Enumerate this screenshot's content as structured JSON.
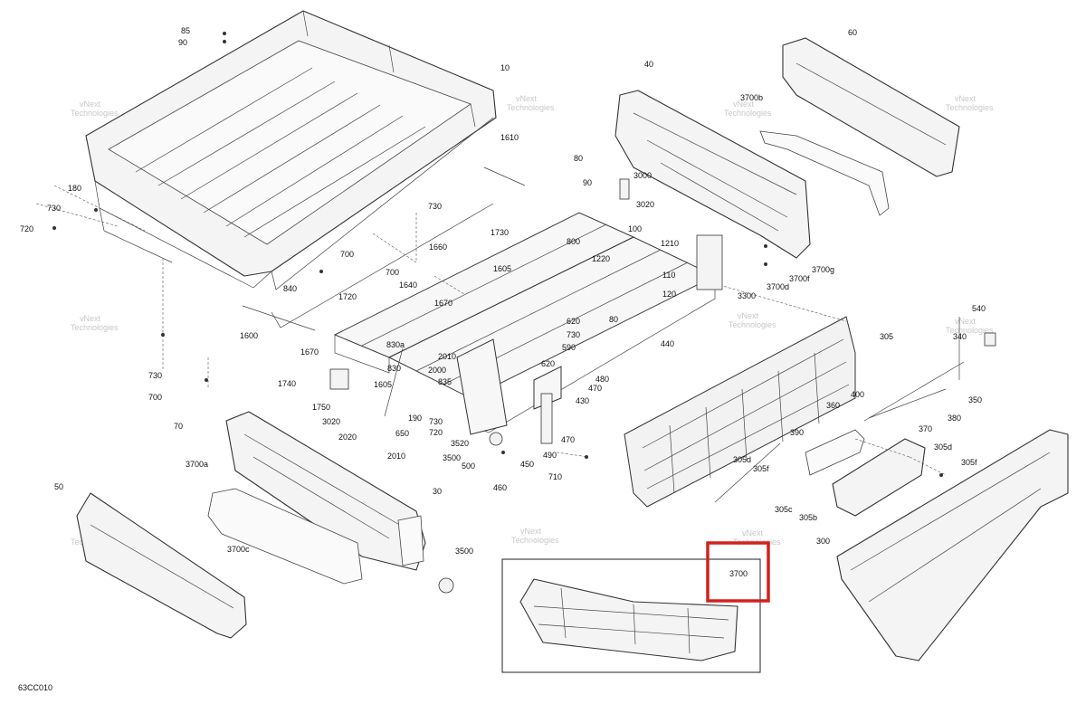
{
  "diagram": {
    "code": "63CC010",
    "highlight": {
      "label": "3700",
      "color": "#d42020"
    },
    "watermark": {
      "line1": "vNext",
      "line2": "Technologies"
    },
    "labels": [
      {
        "id": "85",
        "text": "85"
      },
      {
        "id": "90a",
        "text": "90"
      },
      {
        "id": "10",
        "text": "10"
      },
      {
        "id": "1610",
        "text": "1610"
      },
      {
        "id": "180",
        "text": "180"
      },
      {
        "id": "730a",
        "text": "730"
      },
      {
        "id": "720",
        "text": "720"
      },
      {
        "id": "730b",
        "text": "730"
      },
      {
        "id": "700a",
        "text": "700"
      },
      {
        "id": "840",
        "text": "840"
      },
      {
        "id": "700b",
        "text": "700"
      },
      {
        "id": "1640",
        "text": "1640"
      },
      {
        "id": "1660",
        "text": "1660"
      },
      {
        "id": "1730",
        "text": "1730"
      },
      {
        "id": "1720",
        "text": "1720"
      },
      {
        "id": "1600",
        "text": "1600"
      },
      {
        "id": "1670a",
        "text": "1670"
      },
      {
        "id": "1670b",
        "text": "1670"
      },
      {
        "id": "1605a",
        "text": "1605"
      },
      {
        "id": "1605b",
        "text": "1605"
      },
      {
        "id": "830a",
        "text": "830a"
      },
      {
        "id": "830",
        "text": "830"
      },
      {
        "id": "2010a",
        "text": "2010"
      },
      {
        "id": "2000",
        "text": "2000"
      },
      {
        "id": "835",
        "text": "835"
      },
      {
        "id": "1740",
        "text": "1740"
      },
      {
        "id": "1750",
        "text": "1750"
      },
      {
        "id": "3020a",
        "text": "3020"
      },
      {
        "id": "2020",
        "text": "2020"
      },
      {
        "id": "650",
        "text": "650"
      },
      {
        "id": "2010b",
        "text": "2010"
      },
      {
        "id": "190",
        "text": "190"
      },
      {
        "id": "730c",
        "text": "730"
      },
      {
        "id": "720b",
        "text": "720"
      },
      {
        "id": "730d",
        "text": "730"
      },
      {
        "id": "700c",
        "text": "700"
      },
      {
        "id": "70",
        "text": "70"
      },
      {
        "id": "3700a",
        "text": "3700a"
      },
      {
        "id": "50",
        "text": "50"
      },
      {
        "id": "3700c",
        "text": "3700c"
      },
      {
        "id": "30",
        "text": "30"
      },
      {
        "id": "3500a",
        "text": "3500"
      },
      {
        "id": "3520",
        "text": "3520"
      },
      {
        "id": "3500b",
        "text": "3500"
      },
      {
        "id": "500",
        "text": "500"
      },
      {
        "id": "460",
        "text": "460"
      },
      {
        "id": "450",
        "text": "450"
      },
      {
        "id": "490",
        "text": "490"
      },
      {
        "id": "470a",
        "text": "470"
      },
      {
        "id": "430",
        "text": "430"
      },
      {
        "id": "470b",
        "text": "470"
      },
      {
        "id": "480",
        "text": "480"
      },
      {
        "id": "710",
        "text": "710"
      },
      {
        "id": "80a",
        "text": "80"
      },
      {
        "id": "90b",
        "text": "90"
      },
      {
        "id": "3000",
        "text": "3000"
      },
      {
        "id": "3020b",
        "text": "3020"
      },
      {
        "id": "800",
        "text": "800"
      },
      {
        "id": "100",
        "text": "100"
      },
      {
        "id": "1210",
        "text": "1210"
      },
      {
        "id": "1220",
        "text": "1220"
      },
      {
        "id": "110",
        "text": "110"
      },
      {
        "id": "120",
        "text": "120"
      },
      {
        "id": "80b",
        "text": "80"
      },
      {
        "id": "620a",
        "text": "620"
      },
      {
        "id": "730e",
        "text": "730"
      },
      {
        "id": "590",
        "text": "590"
      },
      {
        "id": "620b",
        "text": "620"
      },
      {
        "id": "440",
        "text": "440"
      },
      {
        "id": "3300",
        "text": "3300"
      },
      {
        "id": "40",
        "text": "40"
      },
      {
        "id": "3700b",
        "text": "3700b"
      },
      {
        "id": "60",
        "text": "60"
      },
      {
        "id": "3700g",
        "text": "3700g"
      },
      {
        "id": "3700f",
        "text": "3700f"
      },
      {
        "id": "3700d",
        "text": "3700d"
      },
      {
        "id": "305",
        "text": "305"
      },
      {
        "id": "400",
        "text": "400"
      },
      {
        "id": "360",
        "text": "360"
      },
      {
        "id": "370",
        "text": "370"
      },
      {
        "id": "390",
        "text": "390"
      },
      {
        "id": "380",
        "text": "380"
      },
      {
        "id": "350",
        "text": "350"
      },
      {
        "id": "540",
        "text": "540"
      },
      {
        "id": "340",
        "text": "340"
      },
      {
        "id": "305d_a",
        "text": "305d"
      },
      {
        "id": "305f_a",
        "text": "305f"
      },
      {
        "id": "305d_b",
        "text": "305d"
      },
      {
        "id": "305f_b",
        "text": "305f"
      },
      {
        "id": "305c",
        "text": "305c"
      },
      {
        "id": "305b",
        "text": "305b"
      },
      {
        "id": "300",
        "text": "300"
      },
      {
        "id": "3700",
        "text": "3700"
      }
    ]
  }
}
